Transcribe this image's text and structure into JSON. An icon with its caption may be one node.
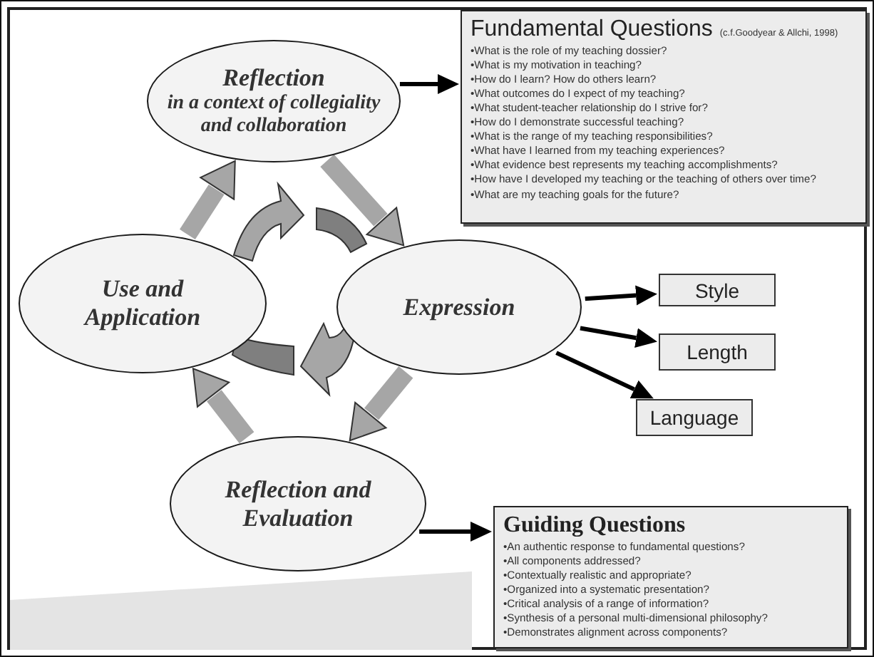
{
  "diagram": {
    "nodes": [
      {
        "text": [
          "Reflection",
          "in a context of collegiality and collaboration"
        ]
      },
      {
        "text": [
          "Fundamental Questions",
          "(c.f.Goodyear & Allchi, 1998)",
          "•What is the role of my teaching dossier?",
          "•What is my motivation in teaching?",
          "•How do I learn? How do others learn?",
          "•What outcomes do I expect of my teaching?",
          "•What student-teacher relationship do I strive for?",
          "•How do I demonstrate successful teaching?",
          "•What is the range of my teaching responsibilities?",
          "•What have I learned from my teaching experiences?",
          "•What evidence best represents my teaching accomplishments?",
          "•How have I developed my teaching or the teaching of others over time?",
          "•What are my teaching goals for the future?"
        ]
      },
      {
        "text": [
          "Use and Application"
        ]
      },
      {
        "text": [
          "Expression"
        ]
      },
      {
        "text": [
          "Style"
        ]
      },
      {
        "text": [
          "Length"
        ]
      },
      {
        "text": [
          "Language"
        ]
      },
      {
        "text": [
          "Reflection and Evaluation"
        ]
      },
      {
        "text": [
          "Guiding Questions",
          "•An authentic response to fundamental questions?",
          "•All components addressed?",
          "•Contextually realistic and appropriate?",
          "•Organized into a systematic presentation?",
          "•Critical analysis of a range of information?",
          "•Synthesis of a personal multi-dimensional philosophy?",
          "•Demonstrates alignment across components?"
        ]
      }
    ],
    "edges": [
      {
        "from": 0,
        "to": 1,
        "arrow": "to"
      },
      {
        "from": 0,
        "to": 3,
        "arrow": "to",
        "style": "thick",
        "color": "#a6a6a6"
      },
      {
        "from": 3,
        "to": 7,
        "arrow": "to",
        "style": "thick",
        "color": "#a6a6a6"
      },
      {
        "from": 7,
        "to": 2,
        "arrow": "to",
        "style": "thick",
        "color": "#a6a6a6"
      },
      {
        "from": 2,
        "to": 0,
        "arrow": "to",
        "style": "thick",
        "color": "#a6a6a6"
      },
      {
        "from": 3,
        "to": 4,
        "arrow": "to"
      },
      {
        "from": 3,
        "to": 5,
        "arrow": "to"
      },
      {
        "from": 3,
        "to": 6,
        "arrow": "to"
      },
      {
        "from": 7,
        "to": 8,
        "arrow": "to"
      }
    ]
  }
}
